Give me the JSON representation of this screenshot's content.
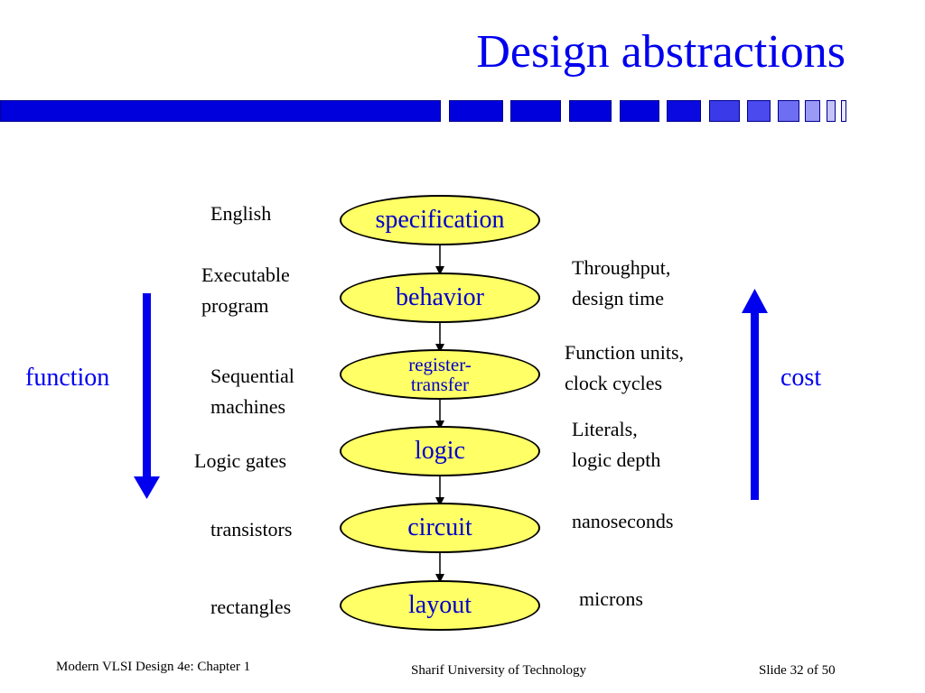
{
  "slide": {
    "title": "Design abstractions",
    "accent_color": "#0000ee",
    "oval_fill": "#ffff66"
  },
  "levels": [
    {
      "name": "specification",
      "left_label": "English",
      "right_label": ""
    },
    {
      "name": "behavior",
      "left_label": "Executable\nprogram",
      "right_label": "Throughput,\ndesign time"
    },
    {
      "name": "register-\ntransfer",
      "left_label": "Sequential\nmachines",
      "right_label": "Function units,\nclock cycles"
    },
    {
      "name": "logic",
      "left_label": "Logic gates",
      "right_label": "Literals,\nlogic depth"
    },
    {
      "name": "circuit",
      "left_label": "transistors",
      "right_label": "nanoseconds"
    },
    {
      "name": "layout",
      "left_label": "rectangles",
      "right_label": "microns"
    }
  ],
  "axes": {
    "left_label": "function",
    "right_label": "cost"
  },
  "footer": {
    "left": "Modern VLSI Design 4e: Chapter 1",
    "center": "Sharif University of  Technology",
    "right": "Slide 32 of 50"
  }
}
